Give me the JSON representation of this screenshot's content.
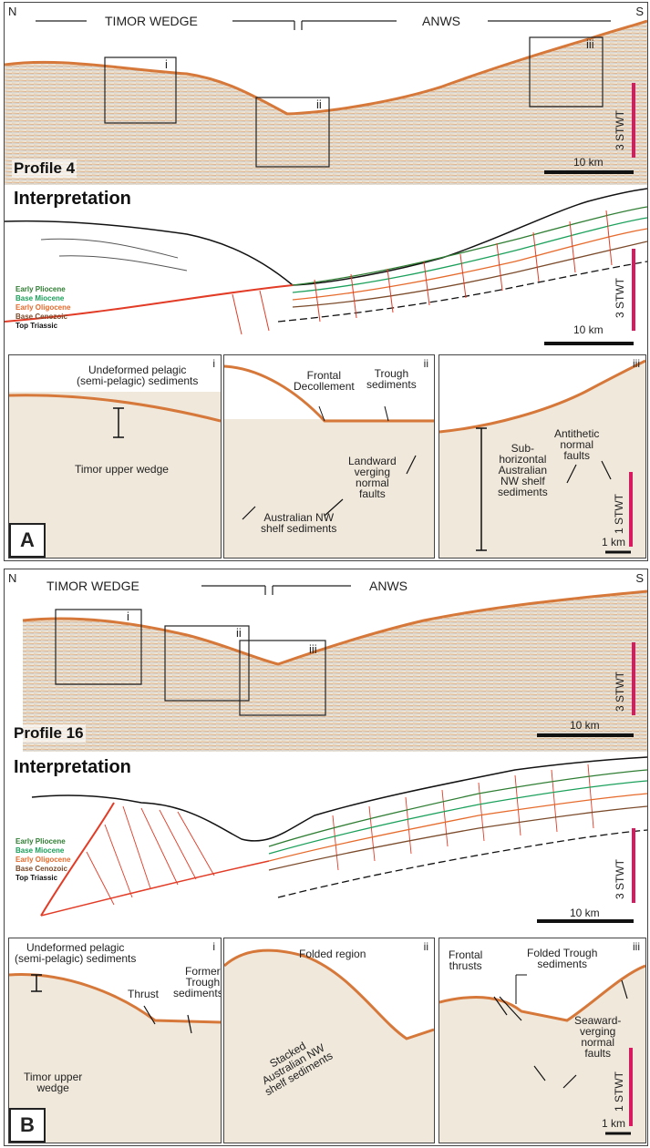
{
  "colors": {
    "seismic_bg": "#efe6d6",
    "seafloor": "#d6783a",
    "fault_red": "#e23b26",
    "scale_magenta": "#d81b60",
    "early_pliocene": "#2e7d32",
    "base_miocene": "#1aa05a",
    "early_oligocene": "#e66a2b",
    "base_cenozoic": "#7a4a2a",
    "top_triassic": "#111111"
  },
  "panelA": {
    "letter": "A",
    "compass_n": "N",
    "compass_s": "S",
    "domain_left": "TIMOR WEDGE",
    "domain_right": "ANWS",
    "profile_title": "Profile 4",
    "interpretation_title": "Interpretation",
    "box_labels": [
      "i",
      "ii",
      "iii"
    ],
    "scale_km": "10 km",
    "scale_stwt": "3 STWT",
    "legend": [
      "Early Pliocene",
      "Base Miocene",
      "Early Oligocene",
      "Base Cenozoic",
      "Top Triassic"
    ],
    "inset_i": {
      "roman": "i",
      "label1": "Undeformed pelagic",
      "label2": "(semi-pelagic) sediments",
      "label3": "Timor upper wedge"
    },
    "inset_ii": {
      "roman": "ii",
      "frontal1": "Frontal",
      "frontal2": "Decollement",
      "trough1": "Trough",
      "trough2": "sediments",
      "landward1": "Landward",
      "landward2": "verging",
      "landward3": "normal",
      "landward4": "faults",
      "shelf1": "Australian NW",
      "shelf2": "shelf sediments"
    },
    "inset_iii": {
      "roman": "iii",
      "sub1": "Sub-",
      "sub2": "horizontal",
      "sub3": "Australian",
      "sub4": "NW shelf",
      "sub5": "sediments",
      "anti1": "Antithetic",
      "anti2": "normal",
      "anti3": "faults",
      "stwt": "1 STWT",
      "km": "1 km"
    }
  },
  "panelB": {
    "letter": "B",
    "compass_n": "N",
    "compass_s": "S",
    "domain_left": "TIMOR WEDGE",
    "domain_right": "ANWS",
    "profile_title": "Profile 16",
    "interpretation_title": "Interpretation",
    "box_labels": [
      "i",
      "ii",
      "iii"
    ],
    "scale_km": "10 km",
    "scale_stwt": "3 STWT",
    "legend": [
      "Early Pliocene",
      "Base Miocene",
      "Early Oligocene",
      "Base Cenozoic",
      "Top Triassic"
    ],
    "inset_i": {
      "roman": "i",
      "label1": "Undeformed pelagic",
      "label2": "(semi-pelagic) sediments",
      "thrust": "Thrust",
      "former1": "Former",
      "former2": "Trough",
      "former3": "sediments ?",
      "wedge1": "Timor upper",
      "wedge2": "wedge"
    },
    "inset_ii": {
      "roman": "ii",
      "folded": "Folded region",
      "stacked1": "Stacked",
      "stacked2": "Australian NW",
      "stacked3": "shelf sediments"
    },
    "inset_iii": {
      "roman": "iii",
      "frontal1": "Frontal",
      "frontal2": "thrusts",
      "folded1": "Folded Trough",
      "folded2": "sediments",
      "seaward1": "Seaward-",
      "seaward2": "verging",
      "seaward3": "normal",
      "seaward4": "faults",
      "stwt": "1 STWT",
      "km": "1 km"
    }
  }
}
